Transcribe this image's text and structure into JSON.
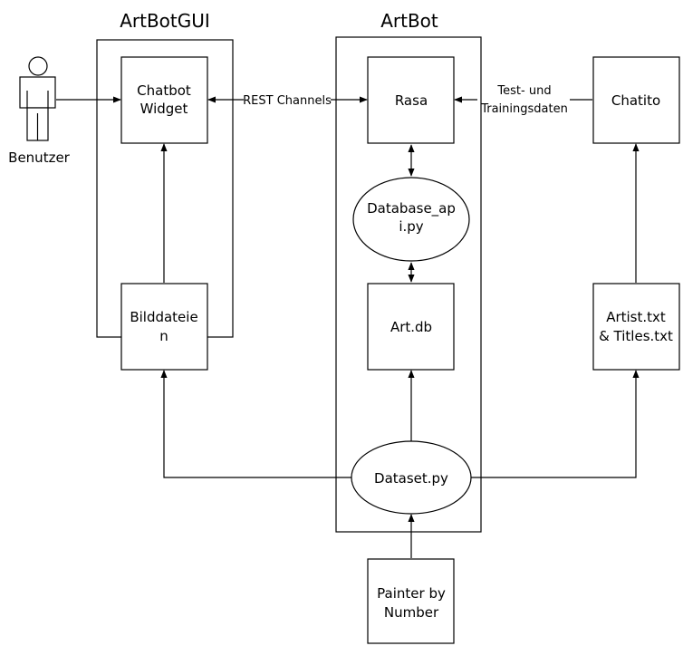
{
  "containers": {
    "artbotgui": {
      "title": "ArtBotGUI"
    },
    "artbot": {
      "title": "ArtBot"
    }
  },
  "actor": {
    "label": "Benutzer",
    "icon": "person-icon"
  },
  "nodes": {
    "chatbot_widget": [
      "Chatbot",
      "Widget"
    ],
    "bilddateien": [
      "Bilddateie",
      "n"
    ],
    "rasa": [
      "Rasa"
    ],
    "database_api": [
      "Database_ap",
      "i.py"
    ],
    "art_db": [
      "Art.db"
    ],
    "dataset": [
      "Dataset.py"
    ],
    "chatito": [
      "Chatito"
    ],
    "artist_titles": [
      "Artist.txt",
      "& Titles.txt"
    ],
    "painter": [
      "Painter by",
      "Number"
    ]
  },
  "edges": {
    "rest_channels": "REST Channels",
    "training_data": [
      "Test- und",
      "Trainingsdaten"
    ]
  }
}
